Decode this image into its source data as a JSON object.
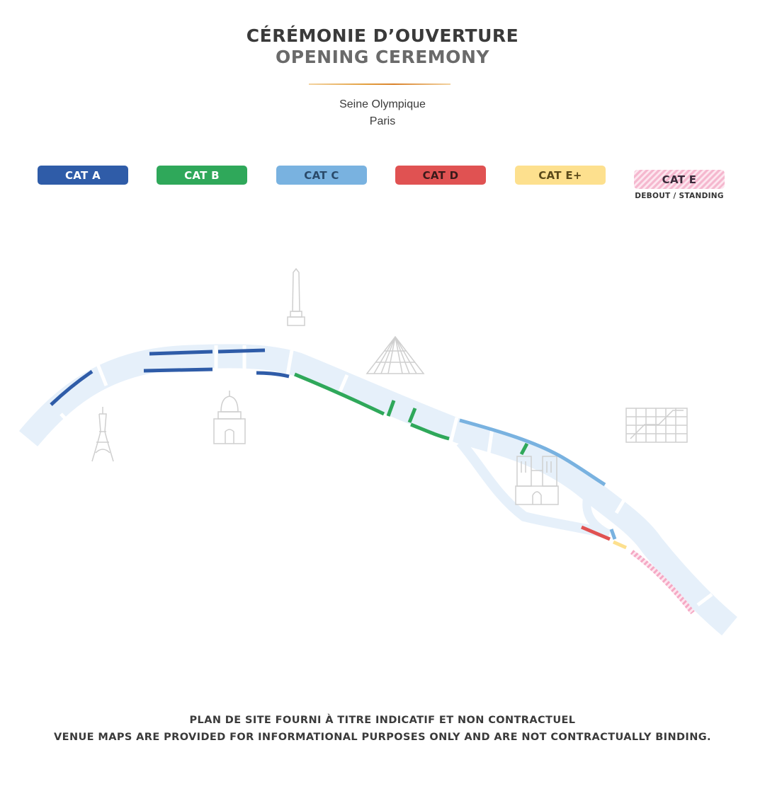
{
  "header": {
    "title_fr": "CÉRÉMONIE D’OUVERTURE",
    "title_en": "OPENING CEREMONY",
    "venue_name": "Seine Olympique",
    "venue_city": "Paris"
  },
  "legend": {
    "items": [
      {
        "id": "cat-a",
        "label": "CAT A",
        "color": "#2f5ca8"
      },
      {
        "id": "cat-b",
        "label": "CAT B",
        "color": "#2fa85a"
      },
      {
        "id": "cat-c",
        "label": "CAT C",
        "color": "#79b2e0"
      },
      {
        "id": "cat-d",
        "label": "CAT D",
        "color": "#e05252"
      },
      {
        "id": "cat-eplus",
        "label": "CAT E+",
        "color": "#fde08e"
      },
      {
        "id": "cat-e",
        "label": "CAT E",
        "color": "#f5b8cf"
      }
    ],
    "standing_note": "DEBOUT / STANDING"
  },
  "map": {
    "river_color": "#e6f0fa",
    "landmark_icons": [
      "obelisk-icon",
      "louvre-pyramid-icon",
      "eiffel-tower-icon",
      "invalides-dome-icon",
      "notre-dame-icon",
      "pompidou-center-icon"
    ]
  },
  "footer": {
    "disclaimer_fr": "PLAN DE SITE FOURNI À TITRE INDICATIF ET NON CONTRACTUEL",
    "disclaimer_en": "VENUE MAPS ARE PROVIDED FOR INFORMATIONAL PURPOSES ONLY AND ARE NOT CONTRACTUALLY BINDING."
  }
}
